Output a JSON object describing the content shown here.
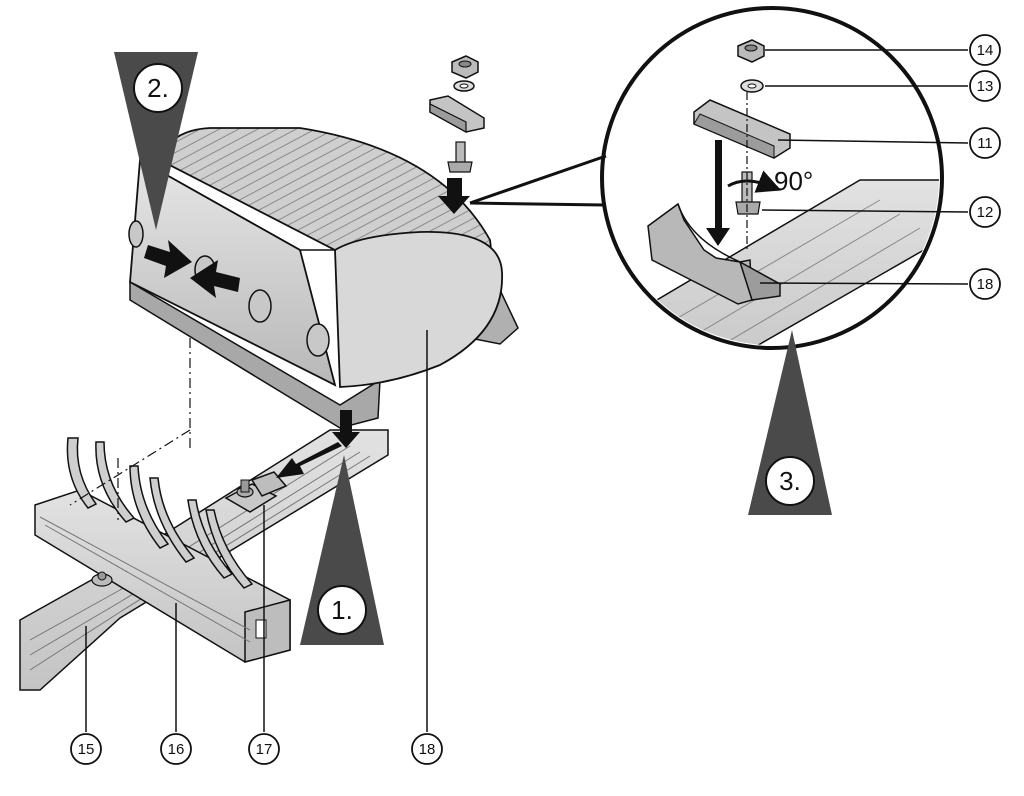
{
  "callouts": {
    "c11": "11",
    "c12": "12",
    "c13": "13",
    "c14": "14",
    "c15": "15",
    "c16": "16",
    "c17": "17",
    "c18_main": "18",
    "c18_detail": "18"
  },
  "steps": {
    "step1": "1.",
    "step2": "2.",
    "step3": "3."
  },
  "rotation_label": "90°",
  "colors": {
    "line": "#111111",
    "housing_light": "#d9d9d9",
    "housing_mid": "#bdbdbd",
    "housing_dark": "#9e9e9e",
    "rail": "#d2d2d2",
    "step_triangle": "#4a4a4a"
  }
}
